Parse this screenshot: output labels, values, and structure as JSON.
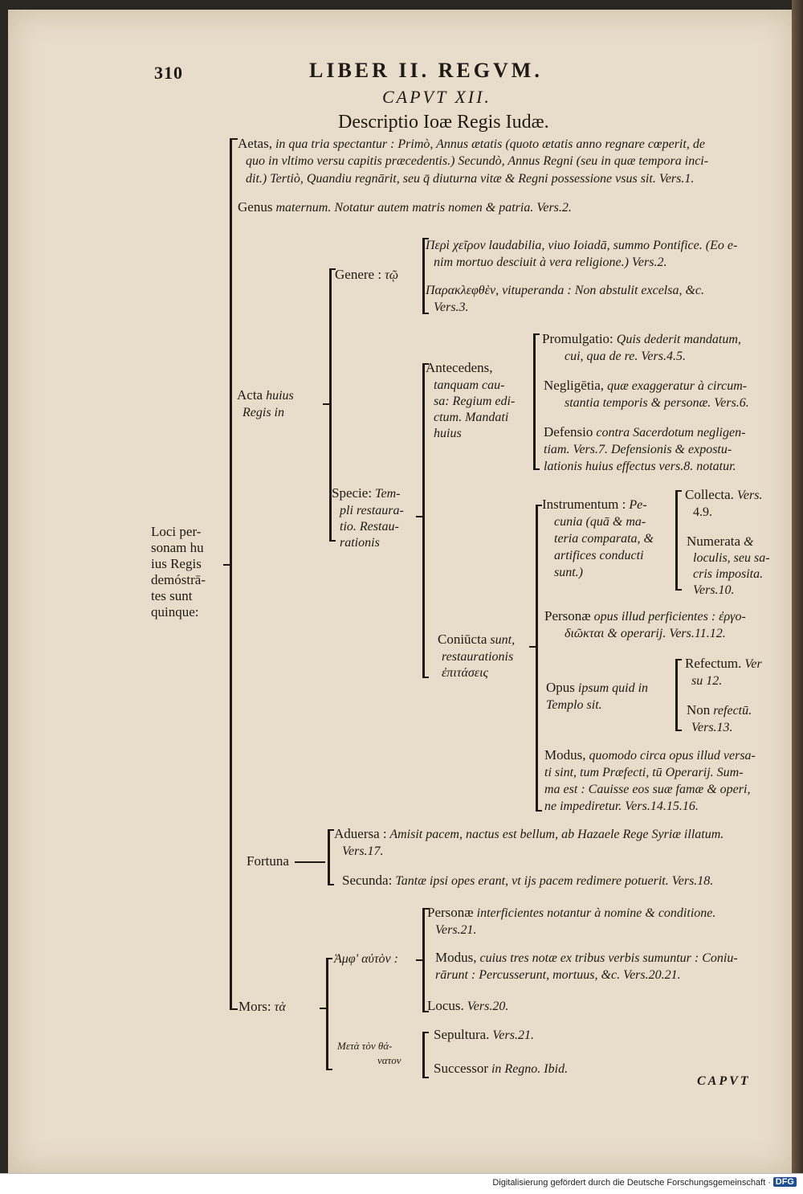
{
  "header": {
    "page_number": "310",
    "running_head": "LIBER II. REGVM.",
    "chapter": "CAPVT XII.",
    "title": "Descriptio Ioæ Regis Iudæ."
  },
  "root": {
    "label_lines": [
      "Loci per-",
      "sonam hu",
      "ius Regis",
      "demóstrā-",
      "tes sunt",
      "quinque:"
    ]
  },
  "aetas": {
    "line1_r": "Aetas,",
    "line1_i": " in qua tria spectantur : Primò, Annus ætatis (quoto ætatis anno regnare cœperit, de",
    "line2": "quo in vltimo versu capitis præcedentis.) Secundò, Annus Regni (seu in quæ tempora inci-",
    "line3": "dit.) Tertiò, Quandiu regnārit, seu q̄ diuturna vitæ & Regni possessione vsus sit. Vers.1."
  },
  "genus": {
    "r": "Genus",
    "i": " maternum. Notatur autem matris nomen & patria. Vers.2."
  },
  "acta": {
    "label_r": "Acta",
    "label_i1": " huius",
    "label_i2": "Regis in",
    "genere": {
      "label_r": "Genere :",
      "label_i": " τῷ",
      "praise_line1": "Περὶ χεῖρον laudabilia, viuo Ioiadā, summo Pontifice. (Eo e-",
      "praise_line2": "nim mortuo desciuit à vera religione.) Vers.2.",
      "blame_line1": "Παρακλεφθὲν, vituperanda : Non abstulit excelsa, &c.",
      "blame_line2": "Vers.3."
    },
    "specie": {
      "label_line1_r": "Specie:",
      "label_line1_i": " Tem-",
      "label_line2": "pli restaura-",
      "label_line3": "tio. Restau-",
      "label_line4": "rationis",
      "antecedens": {
        "label_line1": "Antecedens,",
        "label_line2": "tanquam cau-",
        "label_line3": "sa: Regium edi-",
        "label_line4": "ctum. Mandati",
        "label_line5": "huius",
        "promulgatio_r": "Promulgatio:",
        "promulgatio_i1": " Quis dederit mandatum,",
        "promulgatio_i2": "cui, qua de re. Vers.4.5.",
        "negligentia_r": "Negligētia,",
        "negligentia_i1": " quæ exaggeratur à circum-",
        "negligentia_i2": "stantia temporis & personæ. Vers.6.",
        "defensio_r": "Defensio",
        "defensio_i1": " contra Sacerdotum negligen-",
        "defensio_i2": "tiam. Vers.7. Defensionis & expostu-",
        "defensio_i3": "lationis huius effectus vers.8. notatur."
      },
      "coniuncta": {
        "label_line1_r": "Coniūcta",
        "label_line1_i": " sunt,",
        "label_line2": "restaurationis",
        "label_line3": "ἐπιτάσεις",
        "instrumentum_r": "Instrumentum :",
        "instrumentum_i1": " Pe-",
        "instrumentum_i2": "cunia (quā & ma-",
        "instrumentum_i3": "teria comparata, &",
        "instrumentum_i4": "artifices   conducti",
        "instrumentum_i5": "sunt.)",
        "collecta_r": "Collecta.",
        "collecta_i": " Vers.",
        "collecta_2": "4.9.",
        "numerata_r": "Numerata",
        "numerata_i1": " &",
        "numerata_i2": "loculis, seu sa-",
        "numerata_i3": "cris imposita.",
        "numerata_i4": "Vers.10.",
        "personae_r": "Personæ",
        "personae_i1": " opus illud perficientes : ἐργο-",
        "personae_i2": "διῶκται & operarij. Vers.11.12.",
        "opus_r": "Opus",
        "opus_i1": " ipsum quid in",
        "opus_i2": "Templo sit.",
        "refectum_r": "Refectum.",
        "refectum_i1": " Ver",
        "refectum_i2": "su 12.",
        "non_r": "Non",
        "non_i1": " refectū.",
        "non_i2": "Vers.13.",
        "modus_r": "Modus,",
        "modus_i1": " quomodo circa opus illud versa-",
        "modus_i2": "ti sint, tum Præfecti, tū Operarij. Sum-",
        "modus_i3": "ma est : Cauisse eos suæ famæ & operi,",
        "modus_i4": "ne impediretur. Vers.14.15.16."
      }
    }
  },
  "fortuna": {
    "label": "Fortuna",
    "aduersa_r": "Aduersa :",
    "aduersa_i1": " Amisit pacem, nactus est bellum, ab Hazaele Rege Syriæ illatum.",
    "aduersa_i2": "Vers.17.",
    "secunda_r": "Secunda:",
    "secunda_i": " Tantæ ipsi opes erant, vt ijs pacem redimere potuerit. Vers.18."
  },
  "mors": {
    "label_r": "Mors:",
    "label_i": " τὰ",
    "ante": {
      "label": "Ἀμφ' αὐτὸν :",
      "personae_r": "Personæ",
      "personae_i1": " interficientes notantur à nomine & conditione.",
      "personae_i2": "Vers.21.",
      "modus_r": "Modus,",
      "modus_i1": " cuius tres notæ ex tribus verbis sumuntur : Coniu-",
      "modus_i2": "rārunt : Percusserunt, mortuus, &c. Vers.20.21.",
      "locus_r": "Locus.",
      "locus_i": " Vers.20."
    },
    "post": {
      "label_line1": "Μετὰ τὸν θά-",
      "label_line2": "νατον",
      "sepultura_r": "Sepultura.",
      "sepultura_i": " Vers.21.",
      "successor_r": "Successor",
      "successor_i": " in Regno. Ibid."
    }
  },
  "catchword": "CAPVT",
  "footer": {
    "text": "Digitalisierung gefördert durch die Deutsche Forschungsgemeinschaft ·",
    "logo": "DFG"
  },
  "colors": {
    "paper": "#e8ddca",
    "ink": "#1f1a15",
    "background": "#2a2622"
  }
}
